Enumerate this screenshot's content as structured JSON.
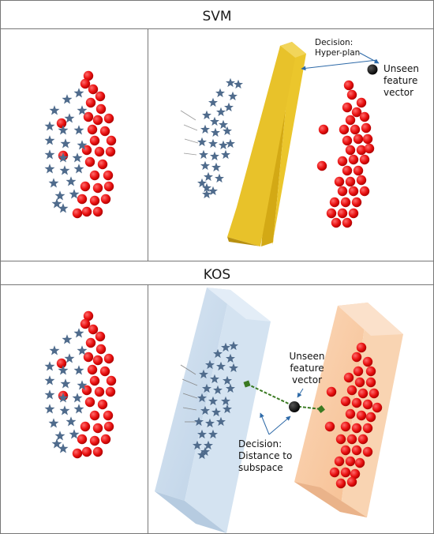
{
  "panels": [
    {
      "title": "SVM",
      "decision_label": [
        "Decision:",
        "Hyper-plan"
      ],
      "unseen_label": [
        "Unseen",
        "feature",
        "vector"
      ]
    },
    {
      "title": "KOS",
      "decision_label": [
        "Decision:",
        "Distance to",
        "subspace"
      ],
      "unseen_label": [
        "Unseen",
        "feature",
        "vector"
      ]
    }
  ],
  "colors": {
    "star": "#4f6b8c",
    "circle": "#ee1111",
    "hyperplane": "#e8c22a",
    "subspace_blue": "#c9dcee",
    "subspace_orange": "#f8caa4",
    "distance_line": "#3a7a22",
    "frame": "#666666"
  }
}
